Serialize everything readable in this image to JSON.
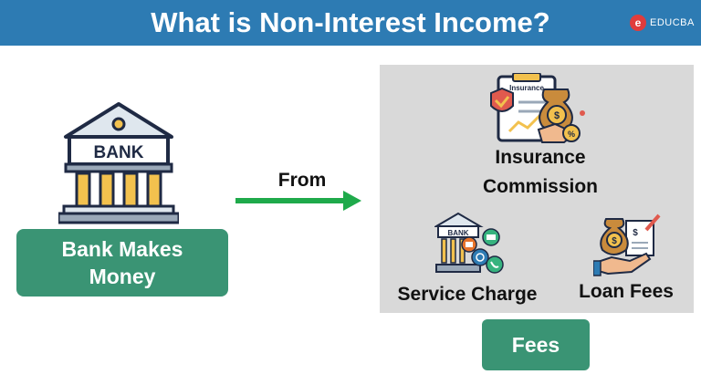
{
  "header": {
    "title": "What is Non-Interest Income?",
    "logo_mark": "e",
    "logo_text": "EDUCBA"
  },
  "bank": {
    "icon_text": "BANK",
    "label_line1": "Bank Makes",
    "label_line2": "Money"
  },
  "connector": {
    "label": "From"
  },
  "sources": {
    "insurance": {
      "icon_text": "Insurance",
      "line1": "Insurance",
      "line2": "Commission"
    },
    "service": {
      "icon_text": "BANK",
      "label": "Service Charge"
    },
    "loan": {
      "label": "Loan Fees"
    }
  },
  "result": {
    "label": "Fees"
  },
  "colors": {
    "header": "#2d7bb3",
    "label_box": "#3a9474",
    "panel": "#d9d9d9",
    "arrow": "#1faa4b"
  }
}
